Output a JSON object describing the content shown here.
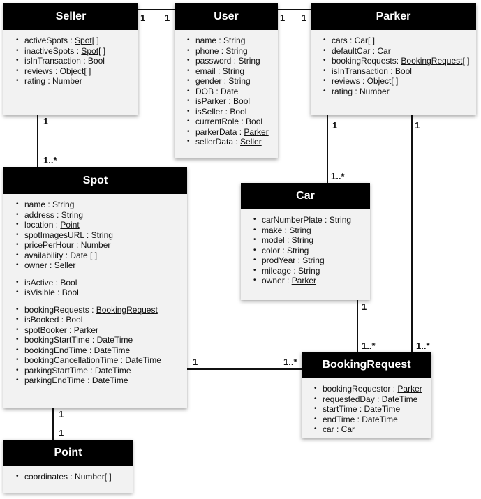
{
  "classes": {
    "seller": {
      "name": "Seller",
      "groups": [
        [
          {
            "label": "activeSpots : ",
            "ref": "Spot",
            "suffix": "[ ]"
          },
          {
            "label": "inactiveSpots : ",
            "ref": "Spot",
            "suffix": "[ ]"
          },
          {
            "label": "isInTransaction : Bool"
          },
          {
            "label": "reviews : Object[ ]"
          },
          {
            "label": "rating : Number"
          }
        ]
      ]
    },
    "user": {
      "name": "User",
      "groups": [
        [
          {
            "label": "name : String"
          },
          {
            "label": "phone : String"
          },
          {
            "label": "password : String"
          },
          {
            "label": "email : String"
          },
          {
            "label": "gender : String"
          },
          {
            "label": "DOB : Date"
          },
          {
            "label": "isParker : Bool"
          },
          {
            "label": "isSeller : Bool"
          },
          {
            "label": "currentRole : Bool"
          },
          {
            "label": "parkerData : ",
            "ref": "Parker"
          },
          {
            "label": "sellerData : ",
            "ref": "Seller"
          }
        ]
      ]
    },
    "parker": {
      "name": "Parker",
      "groups": [
        [
          {
            "label": "cars : Car[ ]"
          },
          {
            "label": "defaultCar : Car"
          },
          {
            "label": "bookingRequests: ",
            "ref": "BookingRequest",
            "suffix": "[ ]"
          },
          {
            "label": "isInTransaction : Bool"
          },
          {
            "label": "reviews : Object[ ]"
          },
          {
            "label": "rating : Number"
          }
        ]
      ]
    },
    "spot": {
      "name": "Spot",
      "groups": [
        [
          {
            "label": "name : String"
          },
          {
            "label": "address : String"
          },
          {
            "label": "location : ",
            "ref": "Point"
          },
          {
            "label": "spotImagesURL : String"
          },
          {
            "label": "pricePerHour : Number"
          },
          {
            "label": "availability : Date [ ]"
          },
          {
            "label": "owner : ",
            "ref": "Seller"
          }
        ],
        [
          {
            "label": "isActive : Bool"
          },
          {
            "label": "isVisible : Bool"
          }
        ],
        [
          {
            "label": "bookingRequests  : ",
            "ref": "BookingRequest"
          },
          {
            "label": "isBooked : Bool"
          },
          {
            "label": "spotBooker : Parker"
          },
          {
            "label": "bookingStartTime : DateTime"
          },
          {
            "label": "bookingEndTime : DateTime"
          },
          {
            "label": "bookingCancellationTime  : DateTime"
          },
          {
            "label": "parkingStartTime : DateTime"
          },
          {
            "label": "parkingEndTime : DateTime"
          }
        ]
      ]
    },
    "car": {
      "name": "Car",
      "groups": [
        [
          {
            "label": "carNumberPlate : String"
          },
          {
            "label": "make : String"
          },
          {
            "label": "model : String"
          },
          {
            "label": "color : String"
          },
          {
            "label": "prodYear : String"
          },
          {
            "label": "mileage : String"
          },
          {
            "label": "owner : ",
            "ref": "Parker"
          }
        ]
      ]
    },
    "bookingrequest": {
      "name": "BookingRequest",
      "groups": [
        [
          {
            "label": "bookingRequestor : ",
            "ref": "Parker"
          },
          {
            "label": "requestedDay : DateTime"
          },
          {
            "label": "startTime : DateTime"
          },
          {
            "label": "endTime : DateTime"
          },
          {
            "label": "car : ",
            "ref": "Car"
          }
        ]
      ]
    },
    "point": {
      "name": "Point",
      "groups": [
        [
          {
            "label": "coordinates : Number[ ]"
          }
        ]
      ]
    }
  },
  "associations": [
    {
      "id": "seller-user",
      "from": "Seller",
      "to": "User",
      "from_mult": "1",
      "to_mult": "1"
    },
    {
      "id": "user-parker",
      "from": "User",
      "to": "Parker",
      "from_mult": "1",
      "to_mult": "1"
    },
    {
      "id": "seller-spot",
      "from": "Seller",
      "to": "Spot",
      "from_mult": "1",
      "to_mult": "1..*"
    },
    {
      "id": "parker-car",
      "from": "Parker",
      "to": "Car",
      "from_mult": "1",
      "to_mult": "1..*"
    },
    {
      "id": "car-bookingrequest",
      "from": "Car",
      "to": "BookingRequest",
      "from_mult": "1",
      "to_mult": "1..*"
    },
    {
      "id": "parker-bookingrequest",
      "from": "Parker",
      "to": "BookingRequest",
      "from_mult": "1",
      "to_mult": "1..*"
    },
    {
      "id": "spot-bookingrequest",
      "from": "Spot",
      "to": "BookingRequest",
      "from_mult": "1",
      "to_mult": "1..*"
    },
    {
      "id": "spot-point",
      "from": "Spot",
      "to": "Point",
      "from_mult": "1",
      "to_mult": "1"
    }
  ]
}
